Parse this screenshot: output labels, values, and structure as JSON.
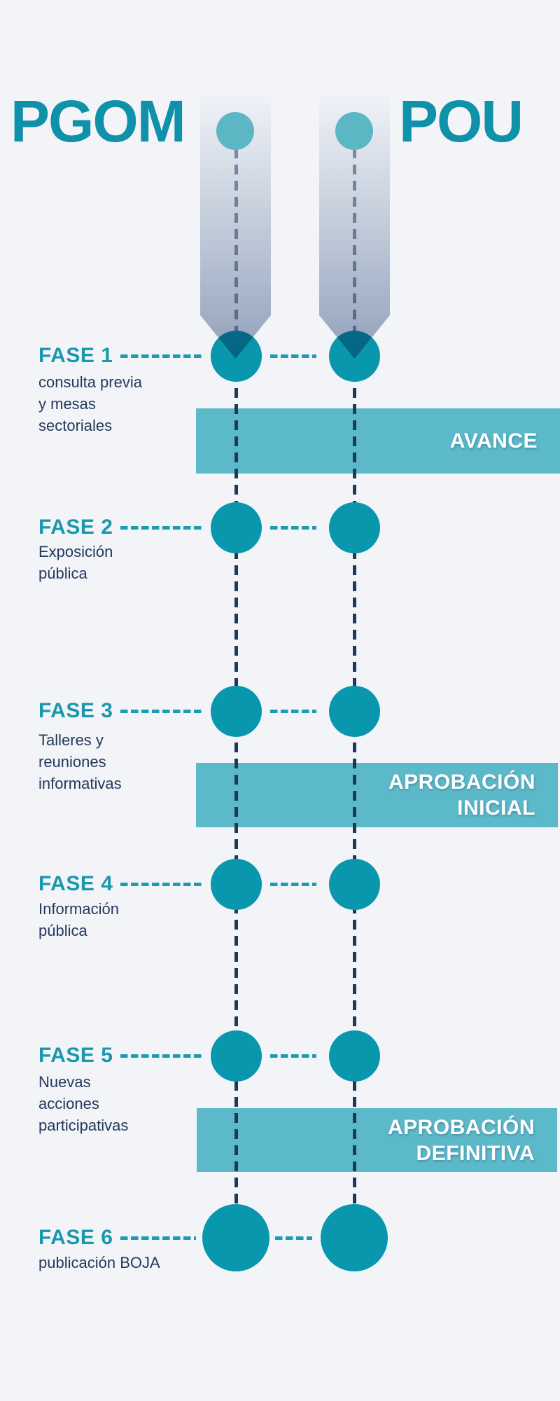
{
  "header": {
    "title_left": "PGOM",
    "title_right": "POU"
  },
  "phases": [
    {
      "label": "FASE 1",
      "description": [
        "consulta previa",
        "y mesas",
        "sectoriales"
      ]
    },
    {
      "label": "FASE 2",
      "description": [
        "Exposición",
        "pública"
      ]
    },
    {
      "label": "FASE 3",
      "description": [
        "Talleres y",
        "reuniones",
        "informativas"
      ]
    },
    {
      "label": "FASE 4",
      "description": [
        "Información",
        "pública"
      ]
    },
    {
      "label": "FASE 5",
      "description": [
        "Nuevas",
        "acciones",
        "participativas"
      ]
    },
    {
      "label": "FASE 6",
      "description": [
        "publicación BOJA"
      ]
    }
  ],
  "milestones": [
    {
      "lines": [
        "AVANCE",
        ""
      ]
    },
    {
      "lines": [
        "APROBACIÓN",
        "INICIAL"
      ]
    },
    {
      "lines": [
        "APROBACIÓN",
        "DEFINITIVA"
      ]
    }
  ],
  "colors": {
    "background": "#f2f4f8",
    "title_teal": "#0f91aa",
    "phase_label_teal": "#1b97ad",
    "node_teal": "#0997ad",
    "top_node_teal": "#5cb7c4",
    "milestone_band_teal": "#5cb9c9",
    "milestone_text": "#ffffff",
    "description_navy": "#24395c",
    "vertical_dash_navy": "#1c3a5a",
    "horizontal_dash_teal": "#1b9cb0",
    "arrow_gradient_end": "#9aa8c0"
  }
}
